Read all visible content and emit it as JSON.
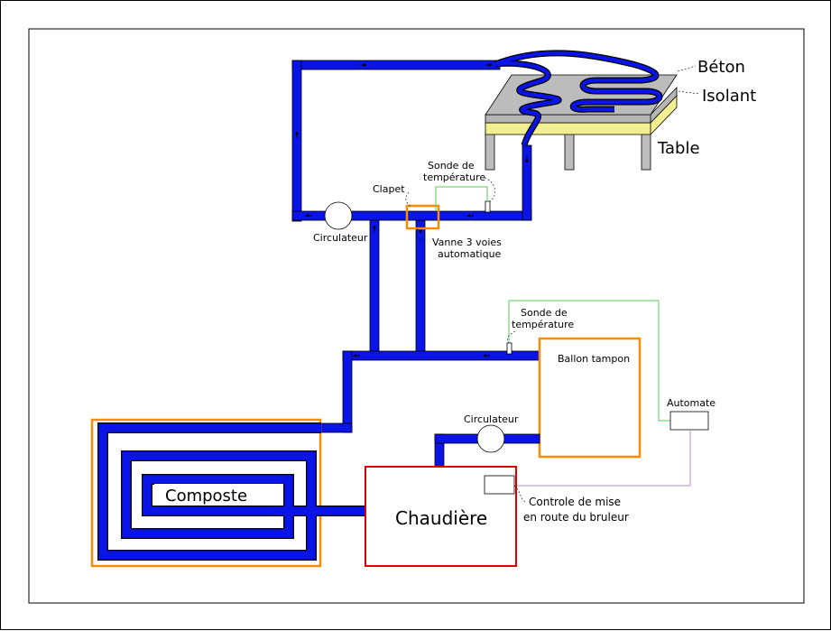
{
  "labels": {
    "beton": "Béton",
    "isolant": "Isolant",
    "table": "Table",
    "sonde_top_l1": "Sonde de",
    "sonde_top_l2": "température",
    "clapet": "Clapet",
    "circulateur_top": "Circulateur",
    "vanne_l1": "Vanne 3 voies",
    "vanne_l2": "automatique",
    "sonde_mid_l1": "Sonde de",
    "sonde_mid_l2": "température",
    "ballon": "Ballon tampon",
    "automate": "Automate",
    "circulateur_bottom": "Circulateur",
    "composte": "Composte",
    "chaudiere": "Chaudière",
    "controle_l1": "Controle de mise",
    "controle_l2": "en route du bruleur"
  },
  "colors": {
    "pipe": "#0a14e6",
    "orange": "#ff8c00",
    "red": "#e00000",
    "green": "#55cc55",
    "purple": "#b090d0",
    "concrete": "#b5b5b5",
    "insulation": "#f2ef90",
    "leg": "#bdbdbd"
  }
}
